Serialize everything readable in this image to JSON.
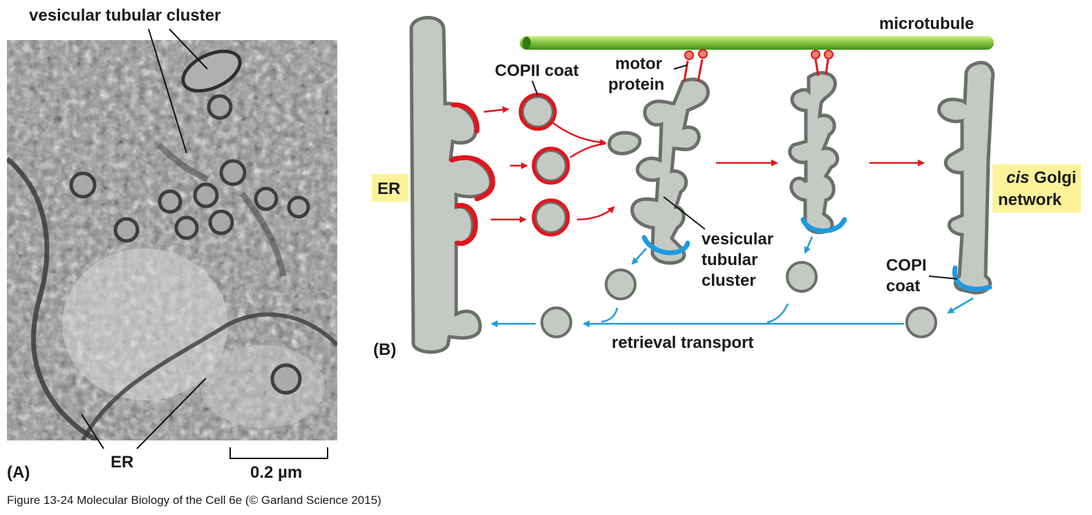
{
  "panel_a": {
    "title_label": "vesicular tubular cluster",
    "er_label": "ER",
    "scale_label": "0.2 µm",
    "panel_letter": "(A)"
  },
  "panel_b": {
    "panel_letter": "(B)",
    "microtubule_label": "microtubule",
    "motor_protein_line1": "motor",
    "motor_protein_line2": "protein",
    "copii_label": "COPII coat",
    "er_label": "ER",
    "cis_golgi_line1_italic": "cis",
    "cis_golgi_line1_rest": " Golgi",
    "cis_golgi_line2": "network",
    "vtc_line1": "vesicular",
    "vtc_line2": "tubular",
    "vtc_line3": "cluster",
    "copi_line1": "COPI",
    "copi_line2": "coat",
    "retrieval_label": "retrieval transport"
  },
  "caption": "Figure 13-24  Molecular Biology of the Cell 6e (© Garland Science 2015)",
  "colors": {
    "membrane_fill": "#c4c9c4",
    "membrane_stroke": "#6a6f6a",
    "copii_red": "#e3141b",
    "copi_blue": "#1e9ae0",
    "microtubule_green": "#63b82e",
    "label_box_yellow": "#fbf29a"
  }
}
